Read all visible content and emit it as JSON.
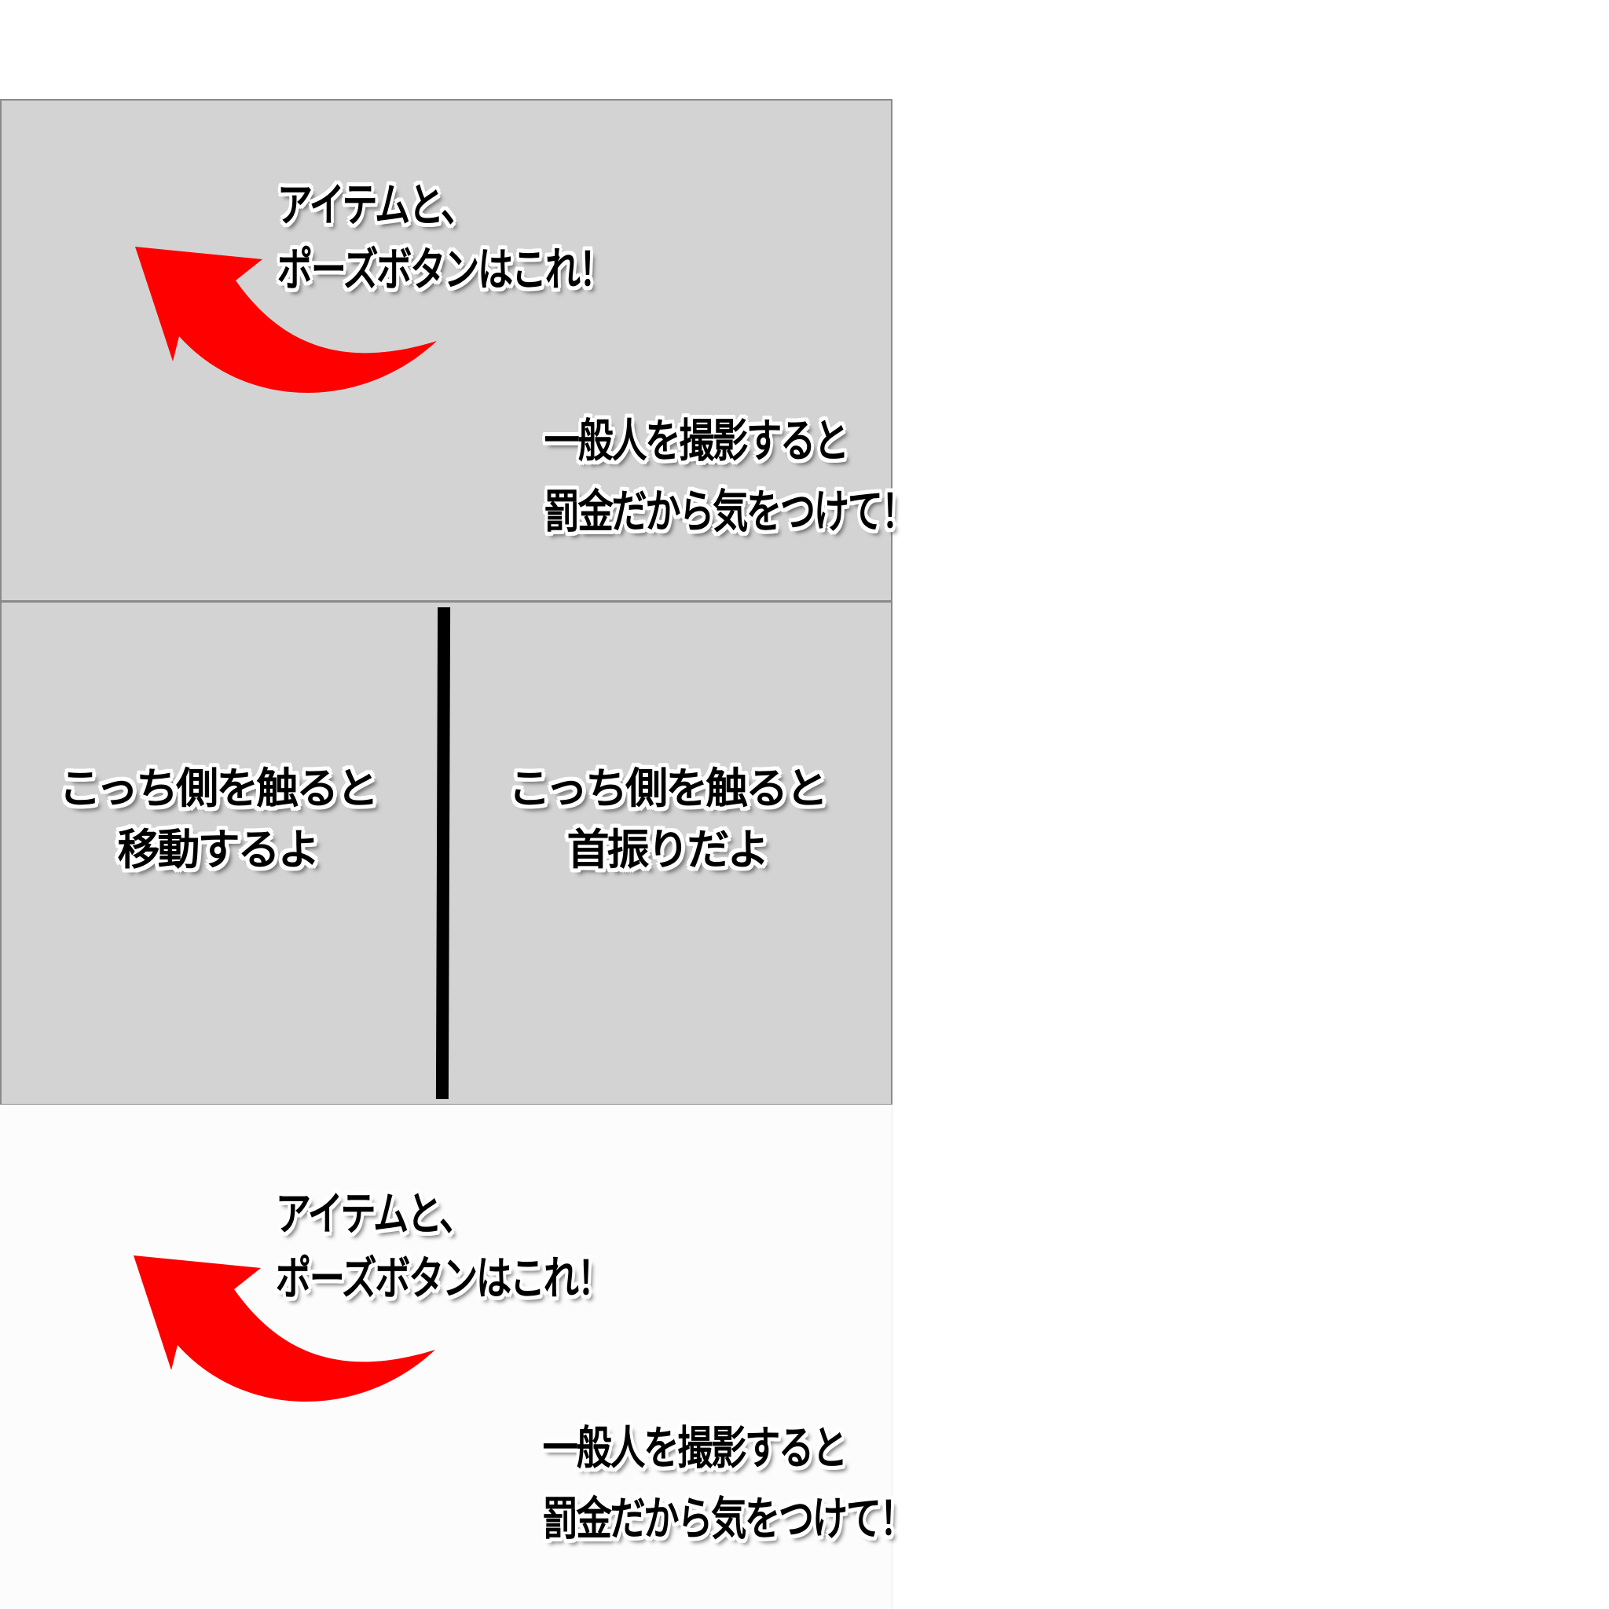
{
  "panels": {
    "top": {
      "item_caption": {
        "line1": "アイテムと、",
        "line2": "ポーズボタンはこれ！"
      },
      "warning_caption": {
        "line1": "一般人を撮影すると",
        "line2": "罰金だから気をつけて！"
      }
    },
    "middle": {
      "left_caption": {
        "line1": "こっち側を触ると",
        "line2": "移動するよ"
      },
      "right_caption": {
        "line1": "こっち側を触ると",
        "line2": "首振りだよ"
      }
    },
    "bottom": {
      "item_caption": {
        "line1": "アイテムと、",
        "line2": "ポーズボタンはこれ！"
      },
      "warning_caption": {
        "line1": "一般人を撮影すると",
        "line2": "罰金だから気をつけて！"
      }
    }
  },
  "colors": {
    "panel_gray": "#d3d3d3",
    "arrow_red": "#ff0000",
    "divider_black": "#000000"
  },
  "icons": {
    "arrow": "curved-arrow-up-left"
  }
}
